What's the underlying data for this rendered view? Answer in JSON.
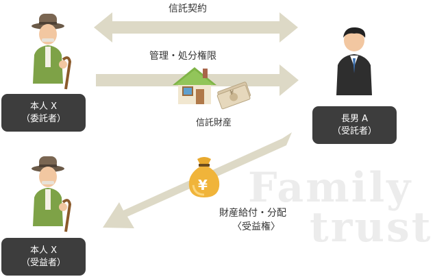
{
  "relations": {
    "trust_contract": "信託契約",
    "management_authority": "管理・処分権限",
    "trust_property": "信託財産",
    "benefit_line1": "財産給付・分配",
    "benefit_line2": "〈受益権〉"
  },
  "parties": {
    "settlor": {
      "line1": "本人 X",
      "line2": "（委託者）"
    },
    "trustee": {
      "line1": "長男 A",
      "line2": "（受託者）"
    },
    "beneficiary": {
      "line1": "本人 X",
      "line2": "（受益者）"
    }
  },
  "watermark": {
    "line1": "Family",
    "line2": "trust"
  },
  "icons": {
    "money_bag_symbol": "¥",
    "banknote_symbol": "¥"
  },
  "colors": {
    "arrow": "#ddd9c6",
    "label_box": "#3d3d3d",
    "watermark": "#ececec"
  }
}
